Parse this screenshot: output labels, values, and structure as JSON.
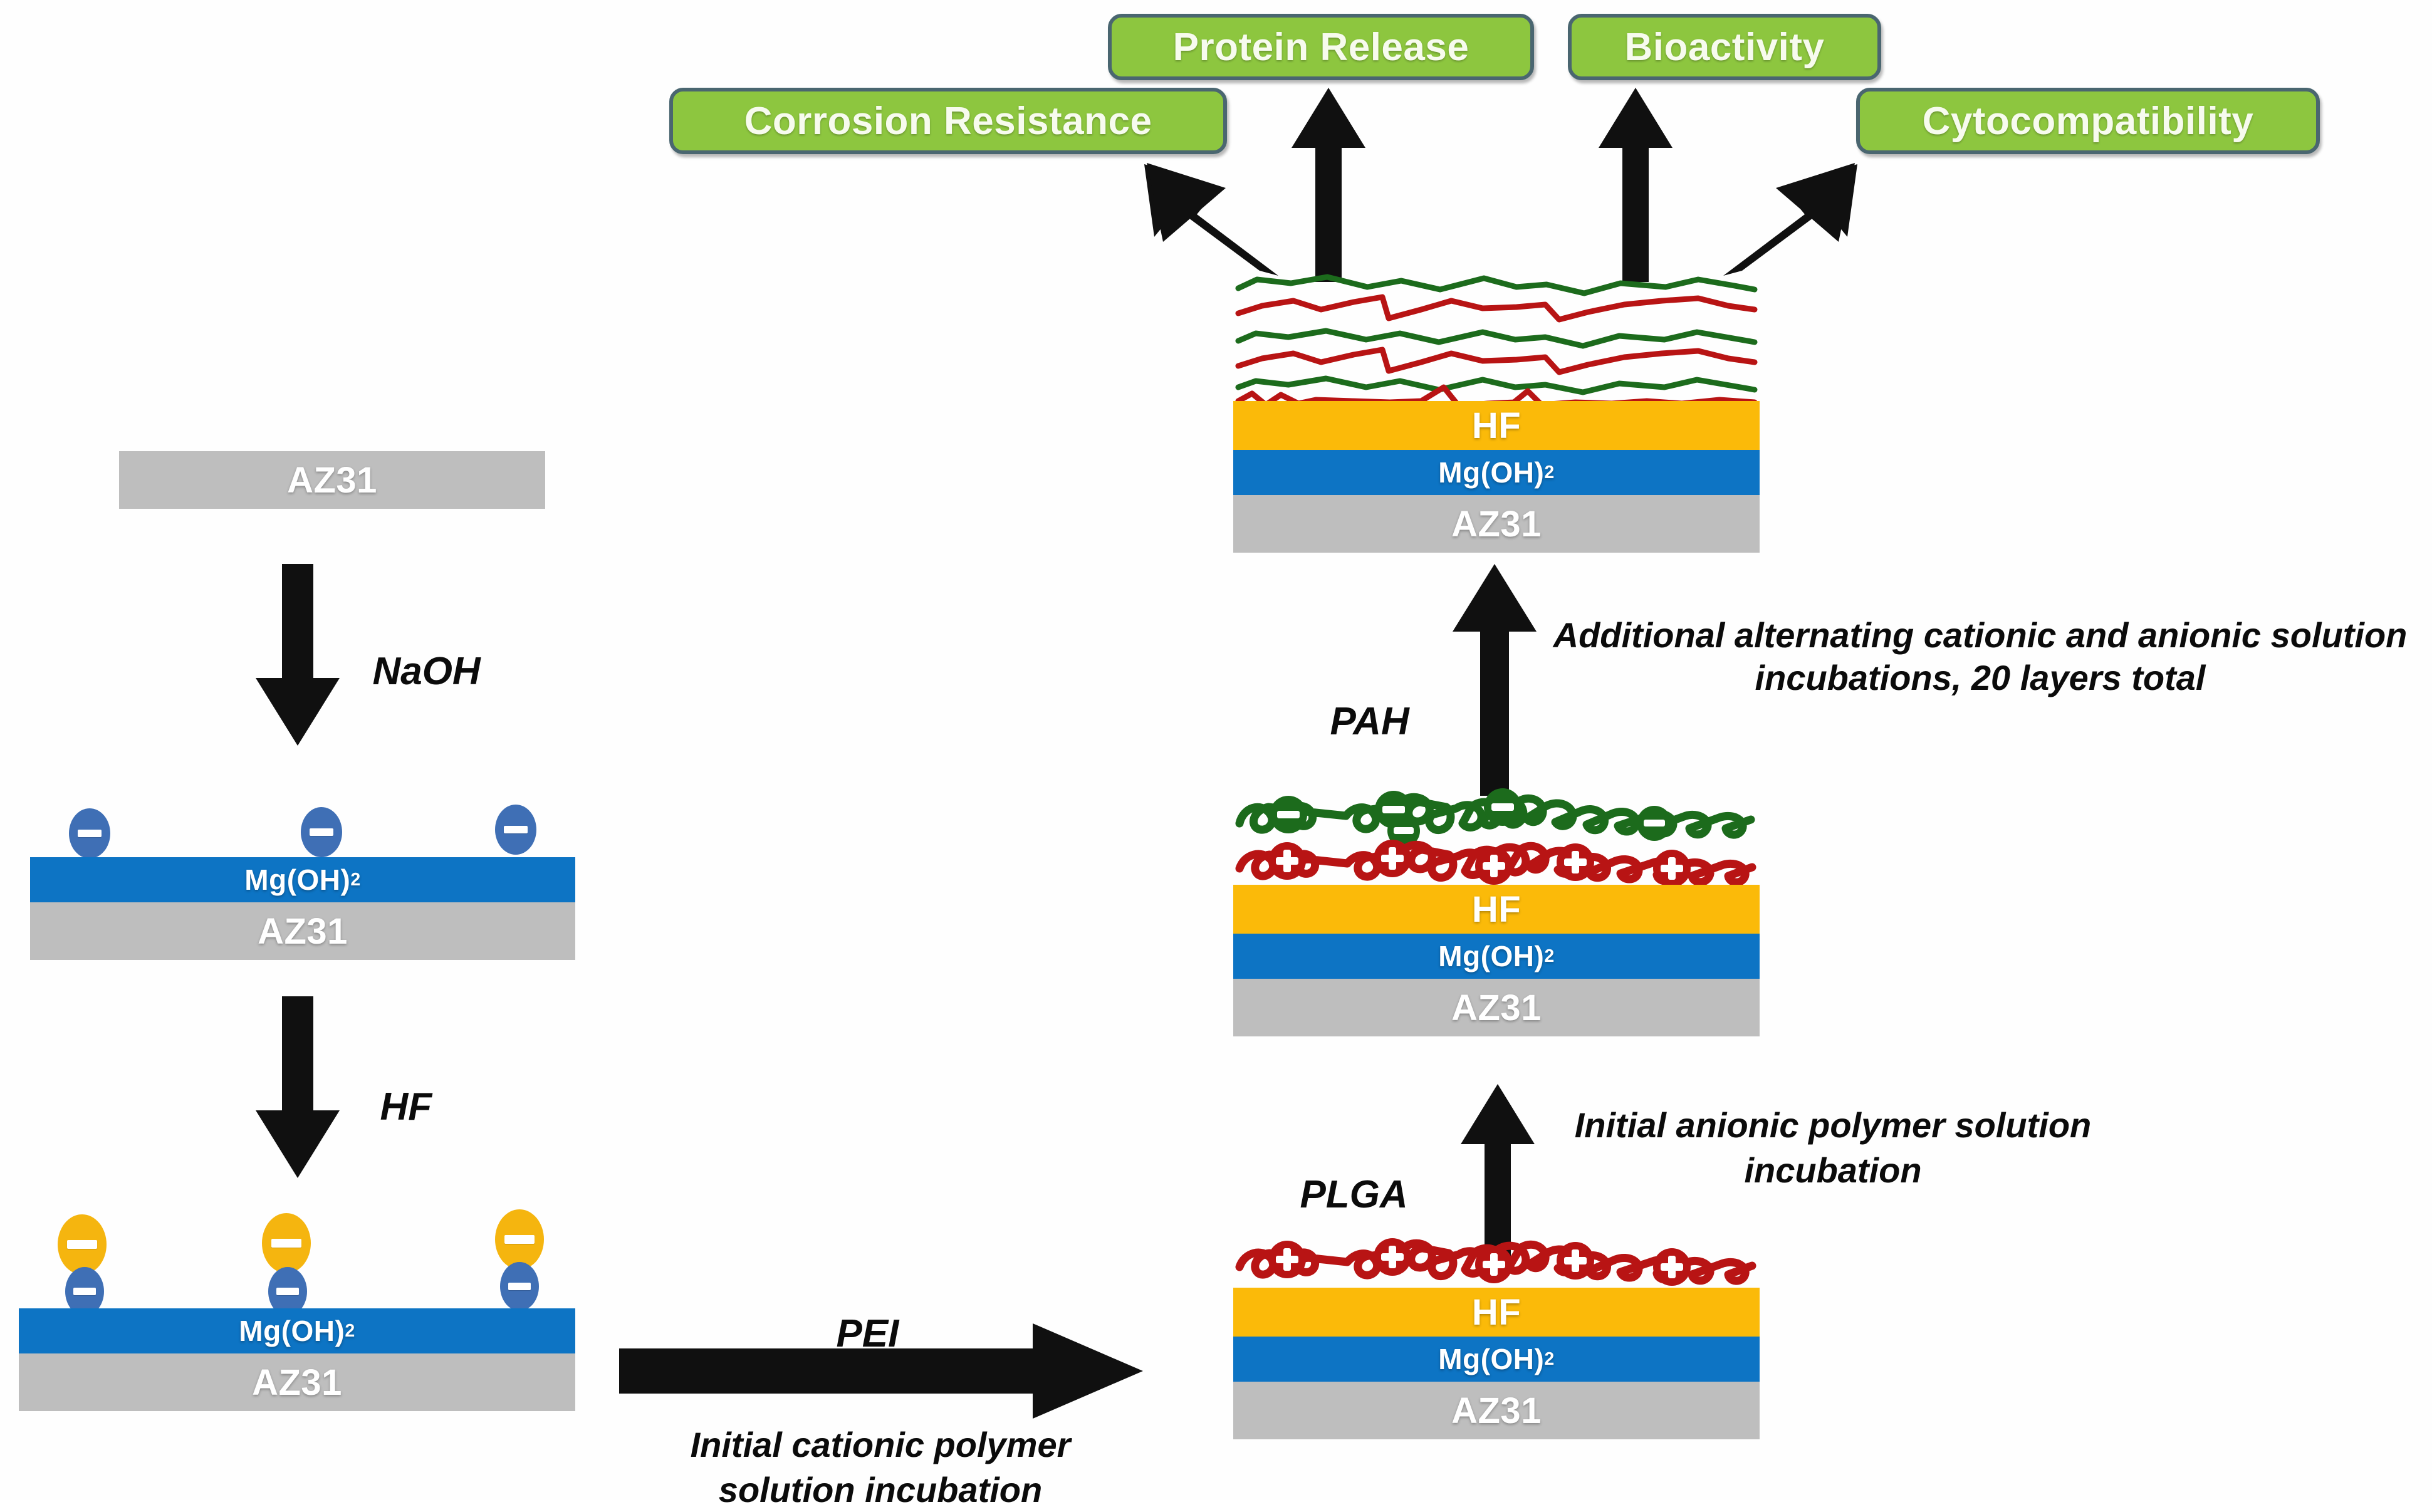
{
  "diagram": {
    "title": "Layer-by-layer polyelectrolyte coating of AZ31 magnesium alloy",
    "colors": {
      "outcome_fill": "#8DC63F",
      "outcome_border": "#4A6670",
      "outcome_text": "#F7FBEE",
      "az31": "#BEBEBE",
      "mgoh2": "#0D74C4",
      "hf": "#FBBA09",
      "cationic_polymer": "#B81414",
      "anionic_polymer": "#1C6B1C",
      "charge_negative_blue": "#3F6FB5",
      "charge_negative_yellow": "#F5B50F",
      "arrow": "#101010"
    }
  },
  "outcomes": [
    {
      "id": "corrosion-resistance",
      "label": "Corrosion Resistance"
    },
    {
      "id": "protein-release",
      "label": "Protein Release"
    },
    {
      "id": "bioactivity",
      "label": "Bioactivity"
    },
    {
      "id": "cytocompatibility",
      "label": "Cytocompatibility"
    }
  ],
  "layer_labels": {
    "az31": "AZ31",
    "mgoh2_main": "Mg(OH)",
    "mgoh2_sub": "2",
    "hf": "HF"
  },
  "steps": [
    {
      "id": "naoh",
      "reagent": "NaOH",
      "caption": "",
      "direction": "down"
    },
    {
      "id": "hf",
      "reagent": "HF",
      "caption": "",
      "direction": "down"
    },
    {
      "id": "pei",
      "reagent": "PEI",
      "caption": "Initial cationic polymer\nsolution incubation",
      "direction": "right"
    },
    {
      "id": "plga",
      "reagent": "PLGA",
      "caption": "Initial anionic polymer\nsolution incubation",
      "direction": "up"
    },
    {
      "id": "pah",
      "reagent": "PAH",
      "caption": "Additional alternating cationic and anionic\nsolution\nincubations, 20 layers total",
      "direction": "up"
    }
  ],
  "stacks": [
    {
      "id": "bare-az31",
      "layers": [
        "AZ31"
      ]
    },
    {
      "id": "az31-mgoh2",
      "layers": [
        "Mg(OH)2",
        "AZ31"
      ],
      "charges": "negative-blue"
    },
    {
      "id": "az31-mgoh2-hf",
      "layers": [
        "Mg(OH)2",
        "AZ31"
      ],
      "charges": "negative-yellow-and-blue"
    },
    {
      "id": "pei-coated",
      "layers": [
        "HF",
        "Mg(OH)2",
        "AZ31"
      ],
      "polymer": "cationic"
    },
    {
      "id": "plga-coated",
      "layers": [
        "HF",
        "Mg(OH)2",
        "AZ31"
      ],
      "polymer": "cationic-and-anionic"
    },
    {
      "id": "multilayer-final",
      "layers": [
        "HF",
        "Mg(OH)2",
        "AZ31"
      ],
      "polymer": "multilayer-20"
    }
  ],
  "charge_symbols": {
    "negative": "−",
    "positive": "+"
  }
}
